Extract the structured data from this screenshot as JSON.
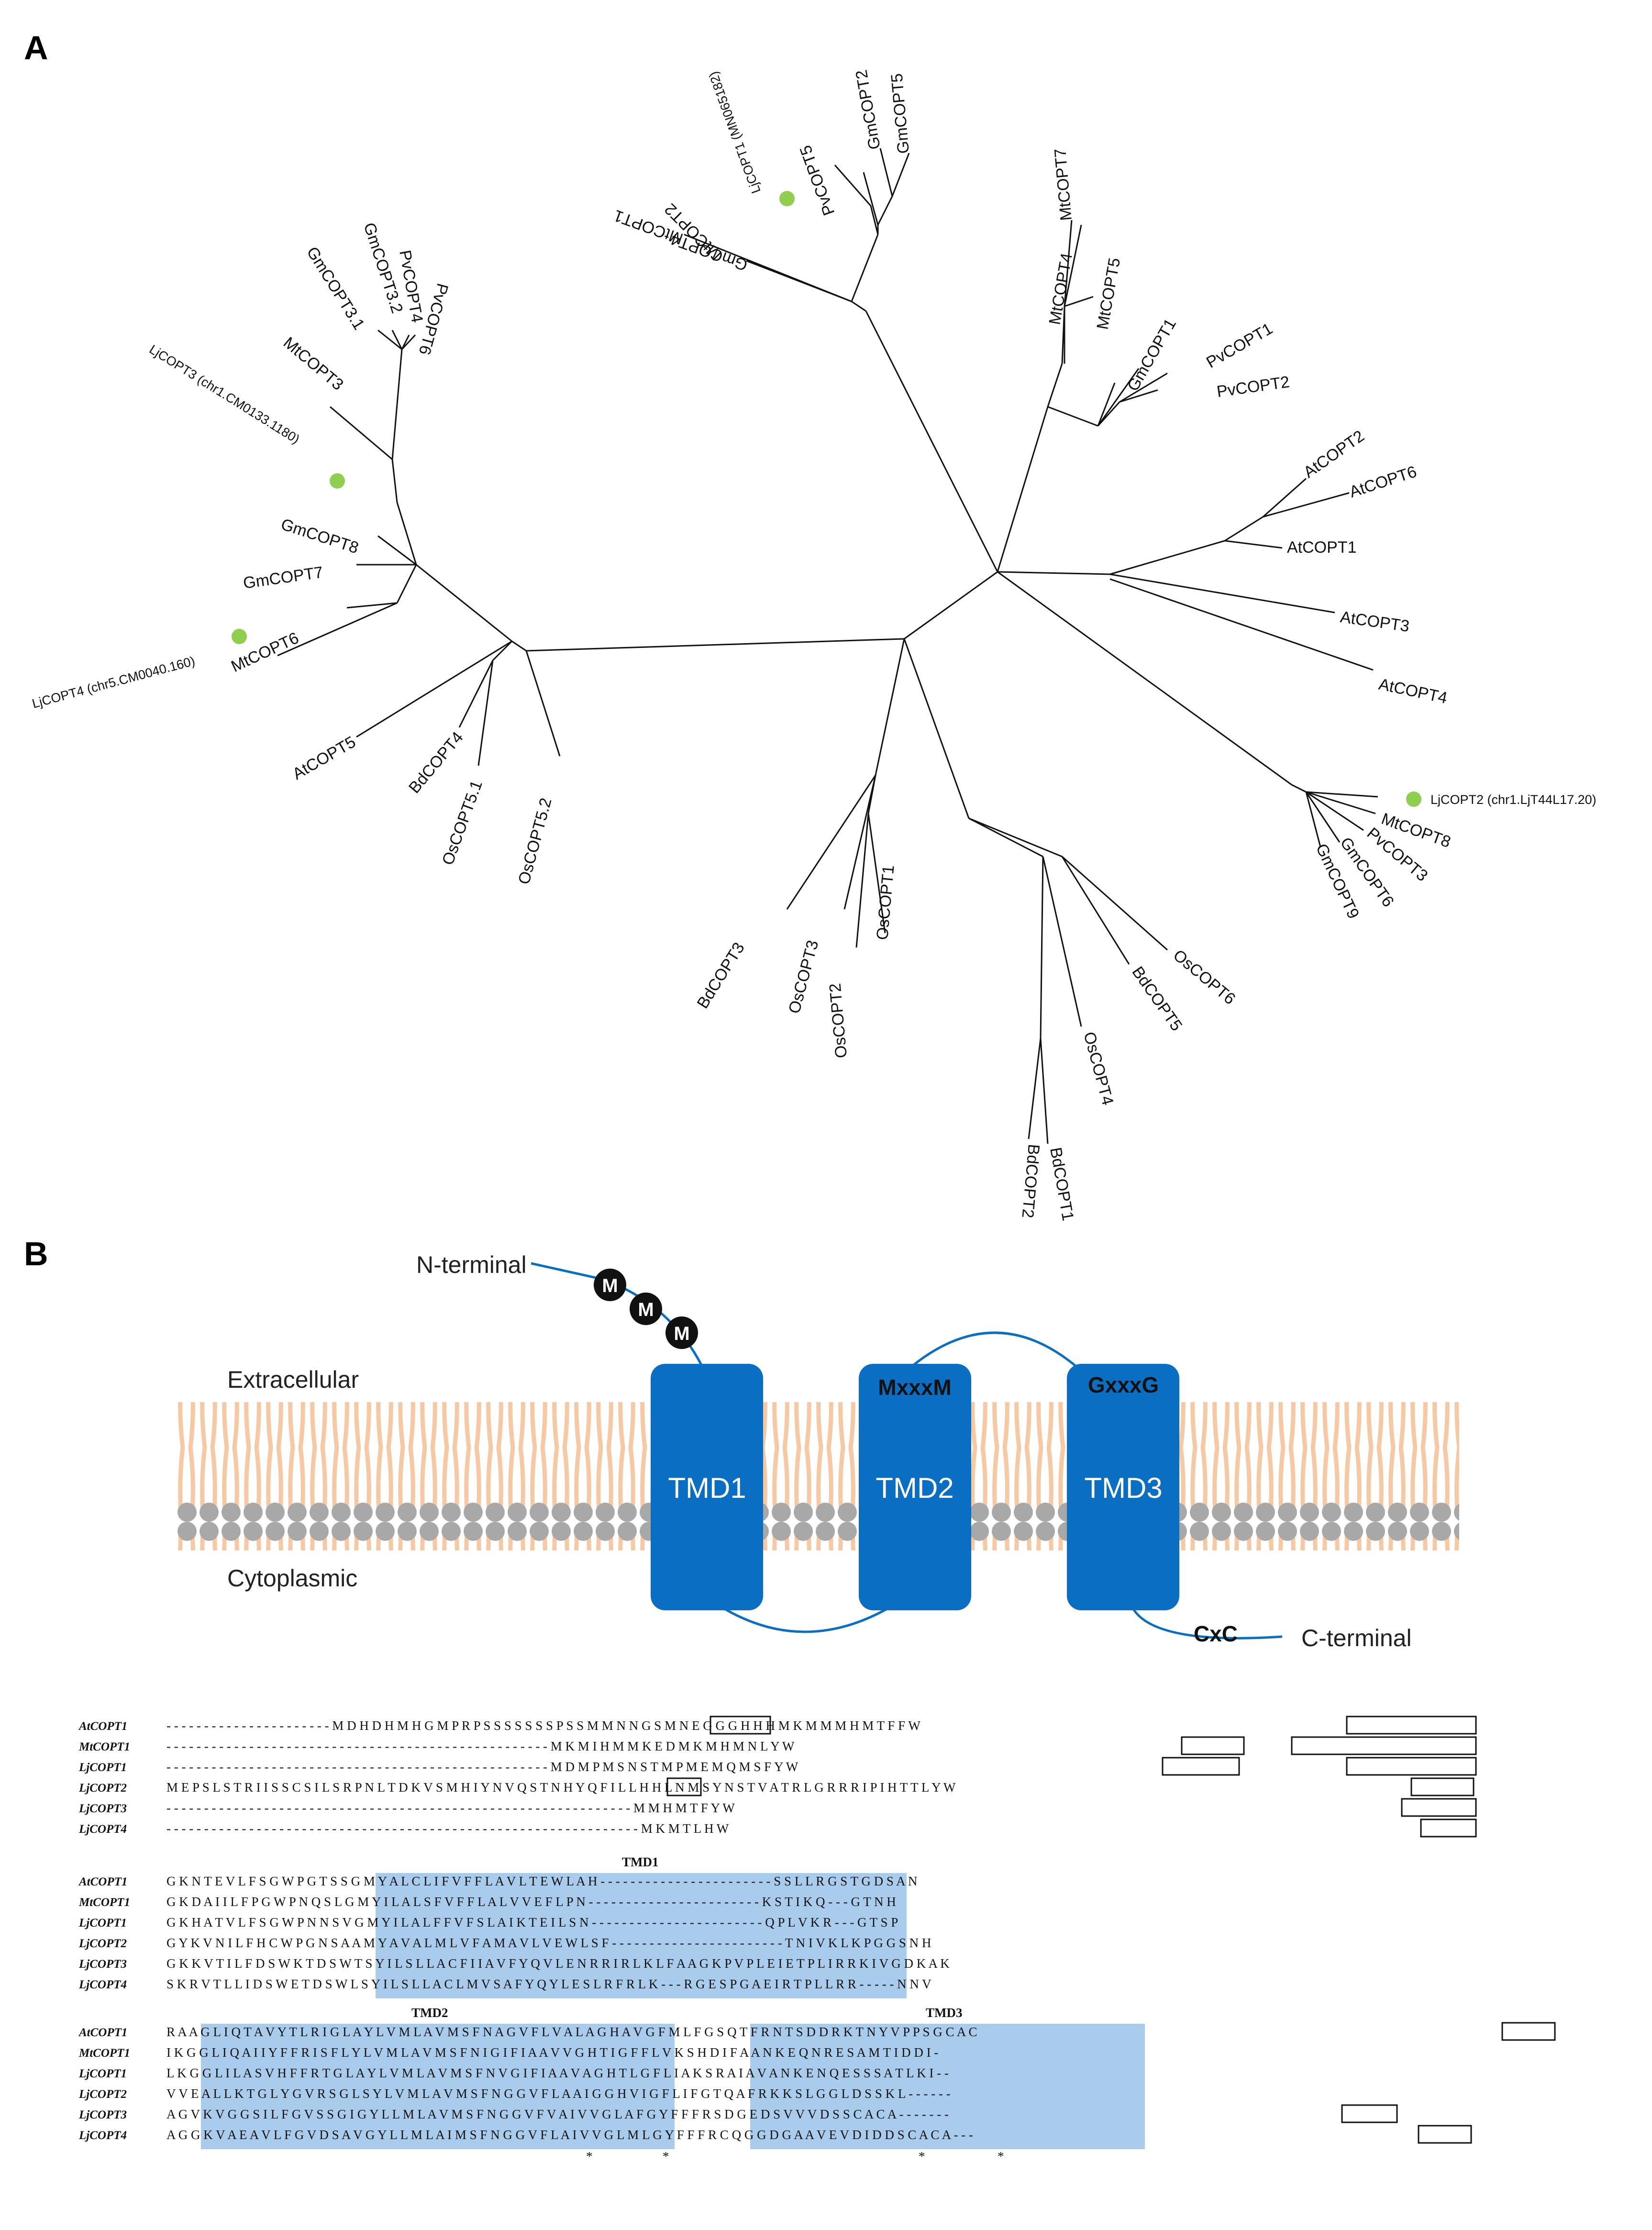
{
  "panel_labels": {
    "a": "A",
    "b": "B"
  },
  "tree": {
    "leaves": [
      "LjCOPT1 (MN065182)",
      "PvCOPT5",
      "GmCOPT2",
      "GmCOPT5",
      "MtCOPT2",
      "GmCOPT4",
      "MtCOPT1",
      "MtCOPT7",
      "MtCOPT4",
      "MtCOPT5",
      "GmCOPT1",
      "PvCOPT1",
      "PvCOPT2",
      "AtCOPT2",
      "AtCOPT6",
      "AtCOPT1",
      "AtCOPT3",
      "AtCOPT4",
      "LjCOPT2 (chr1.LjT44L17.20)",
      "MtCOPT8",
      "PvCOPT3",
      "GmCOPT6",
      "GmCOPT9",
      "OsCOPT6",
      "BdCOPT5",
      "OsCOPT4",
      "BdCOPT1",
      "BdCOPT2",
      "OsCOPT1",
      "OsCOPT2",
      "OsCOPT3",
      "BdCOPT3",
      "OsCOPT5.2",
      "OsCOPT5.1",
      "BdCOPT4",
      "AtCOPT5",
      "MtCOPT6",
      "LjCOPT4 (chr5.CM0040.160)",
      "GmCOPT7",
      "GmCOPT8",
      "LjCOPT3 (chr1.CM0133.1180)",
      "MtCOPT3",
      "GmCOPT3.1",
      "GmCOPT3.2",
      "PvCOPT4",
      "PvCOPT6"
    ],
    "marker_color": "#8fce4f"
  },
  "membrane": {
    "n_terminal": "N-terminal",
    "c_terminal": "C-terminal",
    "extracellular": "Extracellular",
    "cytoplasmic": "Cytoplasmic",
    "tmd1": "TMD1",
    "tmd2": "TMD2",
    "tmd3": "TMD3",
    "motif_mxxxm": "MxxxM",
    "motif_gxxxg": "GxxxG",
    "motif_cxc": "CxC",
    "met": "M",
    "tmd_color": "#0a6fc2",
    "lipid_color": "#f6c9a4",
    "head_color": "#a8a8a8"
  },
  "alignment": {
    "block1": {
      "names": [
        "AtCOPT1",
        "MtCOPT1",
        "LjCOPT1",
        "LjCOPT2",
        "LjCOPT3",
        "LjCOPT4"
      ],
      "rows": [
        "- - - - - - - - - - - - - - - - - - - - - - M D H D H M H G M P R P S S S S S S S P S S M M N N G S M N E G G G H H H M K M M M H M T F F W",
        "- - - - - - - - - - - - - - - - - - - - - - - - - - - - - - - - - - - - - - - - - - - - - - - - - - - M K M I H M M K E D M K M H M N L Y W",
        "- - - - - - - - - - - - - - - - - - - - - - - - - - - - - - - - - - - - - - - - - - - - - - - - - - - M D M P M S N S T M P M E M Q M S F Y W",
        "M E P S L S T R I I S S C S I L S R P N L T D K V S M H I Y N V Q S T N H Y Q F I L L H H L N M S Y N S T V A T R L G R R R I P I H T T L Y W",
        "- - - - - - - - - - - - - - - - - - - - - - - - - - - - - - - - - - - - - - - - - - - - - - - - - - - - - - - - - - - - - - M M H M T F Y W",
        "- - - - - - - - - - - - - - - - - - - - - - - - - - - - - - - - - - - - - - - - - - - - - - - - - - - - - - - - - - - - - - - M K M T L H W"
      ]
    },
    "block2": {
      "label": "TMD1",
      "rows": [
        "G K N T E V L F S G W P G T S S G M Y A L C L I F V F F L A V L T E W L A H - - - - - - - - - - - - - - - - - - - - - - - S S L L R G S T G D S A N",
        "G K D A I I L F P G W P N Q S L G M Y I L A L S F V F F L A L V V E F L P N - - - - - - - - - - - - - - - - - - - - - - - K S T I K Q - - - G T N H",
        "G K H A T V L F S G W P N N S V G M Y I L A L F F V F S L A I K T E I L S N - - - - - - - - - - - - - - - - - - - - - - - Q P L V K R - - - G T S P",
        "G Y K V N I L F H C W P G N S A A M Y A V A L M L V F A M A V L V E W L S F - - - - - - - - - - - - - - - - - - - - - - - T N I V K L K P G G S N H",
        "G K K V T I L F D S W K T D S W T S Y I L S L L A C F I I A V F Y Q V L E N R R I R L K L F A A G K P V P L E I E T P L I R R K I V G D K A K",
        "S K R V T L L I D S W E T D S W L S Y I L S L L A C L M V S A F Y Q Y L E S L R F R L K - - - R G E S P G A E I R T P L L R R - - - - - N N V"
      ]
    },
    "block3": {
      "label_tmd2": "TMD2",
      "label_tmd3": "TMD3",
      "rows": [
        "R A A G L I Q T A V Y T L R I G L A Y L V M L A V M S F N A G V F L V A L A G H A V G F M L F G S Q T F R N T S D D R K T N Y V P P S G C A C",
        "I K G G L I Q A I I Y F F R I S F L Y L V M L A V M S F N I G I F I A A V V G H T I G F F L V K S H D I F A A N K E Q N R E S A M T I D D I -",
        "L K G G L I L A S V H F F R T G L A Y L V M L A V M S F N V G I F I A A V A G H T L G F L I A K S R A I A V A N K E N Q E S S S A T L K I - -",
        "V V E A L L K T G L Y G V R S G L S Y L V M L A V M S F N G G V F L A A I G G H V I G F L I F G T Q A F R K K S L G G L D S S K L - - - - - -",
        "A G V K V G G S I L F G V S S G I G Y L L M L A V M S F N G G V F V A I V V G L A F G Y F F F R S D G E D S V V V D S S C A C A - - - - - - -",
        "A G G K V A E A V L F G V D S A V G Y L L M L A I M S F N G G V F L A I V V G L M L G Y F F F R C Q G G D G A A V E V D I D D S C A C A - - -"
      ],
      "conservation": "*"
    },
    "highlight_color": "#a9cbec"
  }
}
